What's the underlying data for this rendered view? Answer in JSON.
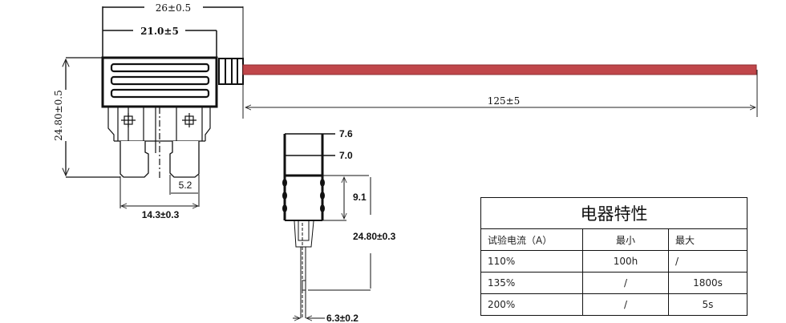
{
  "drawing": {
    "wire_color": "#c0464a",
    "top_view": {
      "overall_width": "26±0.5",
      "body_width": "21.0±5",
      "height": "24.80±0.5",
      "blade_width": "5.2",
      "blade_span": "14.3±0.3",
      "wire_length": "125±5"
    },
    "side_view": {
      "dim_top": "7.6",
      "dim_second": "7.0",
      "body_height": "9.1",
      "total_height": "24.80±0.3",
      "blade_thickness": "6.3±0.2"
    }
  },
  "table": {
    "title": "电器特性",
    "headers": [
      "试验电流（A）",
      "最小",
      "最大"
    ],
    "rows": [
      [
        "110%",
        "100h",
        "/"
      ],
      [
        "135%",
        "/",
        "1800s"
      ],
      [
        "200%",
        "/",
        "5s"
      ]
    ]
  }
}
